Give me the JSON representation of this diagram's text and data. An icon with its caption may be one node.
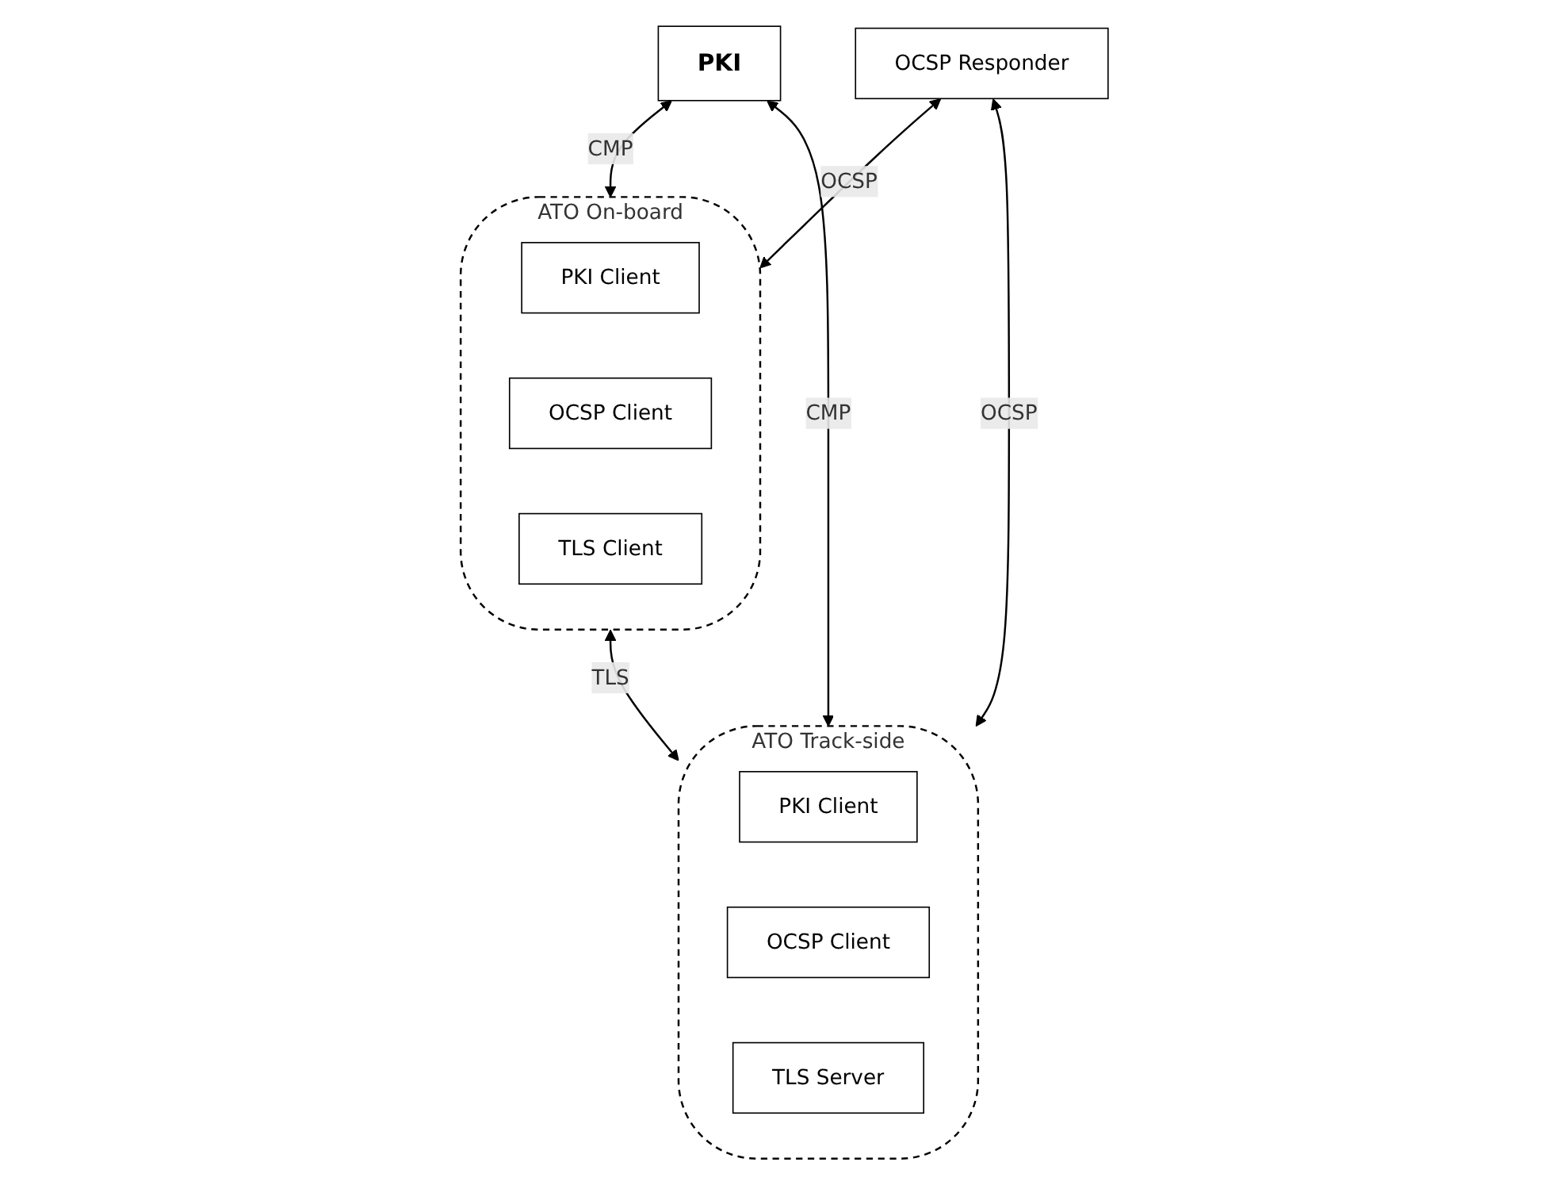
{
  "diagram": {
    "nodes": [
      {
        "text": [
          "PKI"
        ]
      },
      {
        "text": [
          "OCSP Responder"
        ]
      },
      {
        "text": [
          "ATO On-board"
        ]
      },
      {
        "text": [
          "PKI Client"
        ],
        "in": 2
      },
      {
        "text": [
          "OCSP Client"
        ],
        "in": 2
      },
      {
        "text": [
          "TLS Client"
        ],
        "in": 2
      },
      {
        "text": [
          "ATO Track-side"
        ]
      },
      {
        "text": [
          "PKI Client"
        ],
        "in": 6
      },
      {
        "text": [
          "OCSP Client"
        ],
        "in": 6
      },
      {
        "text": [
          "TLS Server"
        ],
        "in": 6
      }
    ],
    "edges": [
      {
        "from": 0,
        "to": 2,
        "arrow": "both",
        "label": "CMP"
      },
      {
        "from": 1,
        "to": 2,
        "arrow": "both",
        "label": "OCSP"
      },
      {
        "from": 1,
        "to": 6,
        "arrow": "both",
        "label": "OCSP"
      },
      {
        "from": 0,
        "to": 6,
        "arrow": "both",
        "label": "CMP"
      },
      {
        "from": 2,
        "to": 6,
        "arrow": "both",
        "label": "TLS"
      }
    ]
  }
}
